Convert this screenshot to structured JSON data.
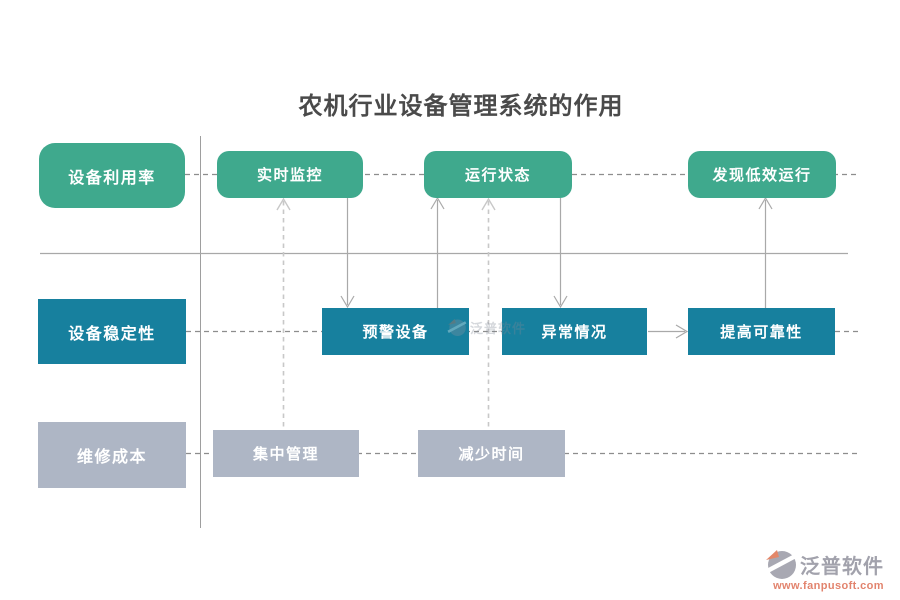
{
  "title": "农机行业设备管理系统的作用",
  "rows": [
    {
      "category": "设备利用率",
      "nodes": [
        "实时监控",
        "运行状态",
        "发现低效运行"
      ],
      "color": "#3FA98D"
    },
    {
      "category": "设备稳定性",
      "nodes": [
        "预警设备",
        "异常情况",
        "提高可靠性"
      ],
      "color": "#17809E"
    },
    {
      "category": "维修成本",
      "nodes": [
        "集中管理",
        "减少时间"
      ],
      "color": "#AEB6C5"
    }
  ],
  "watermark": {
    "brand": "泛普软件",
    "url": "www.fanpusoft.com",
    "brand_color": "#92929e",
    "url_color": "#DD6E54"
  },
  "line_colors": {
    "solid": "#a9a9a9",
    "row_dash": "#8d8d8d",
    "connector_dash": "#c8c8c8"
  }
}
